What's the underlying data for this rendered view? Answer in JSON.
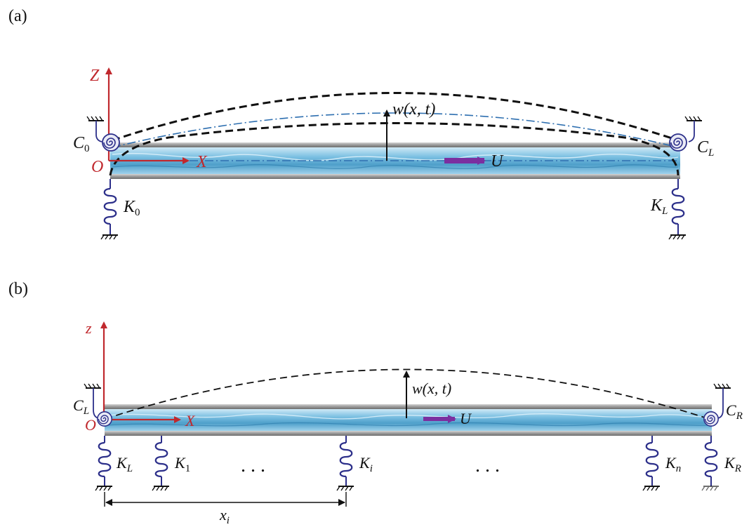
{
  "colors": {
    "axis": "#c0282d",
    "flow_arrow": "#7b2fa0",
    "spring": "#2c2f8a",
    "pipe_fluid": "#58a9cf",
    "pipe_wall": "#8a8a8a",
    "centerline": "#2e6fb0",
    "mode_curve": "#111111"
  },
  "icons": [
    "torsion-spring-icon",
    "linear-spring-icon",
    "ground-hatch-icon",
    "flow-arrow-icon"
  ],
  "panel_a": {
    "tag": "(a)",
    "axis_z": "Z",
    "axis_x": "X",
    "origin": "O",
    "deflection": "w(x, t)",
    "flow": "U",
    "left_torsion": {
      "main": "C",
      "sub": "0"
    },
    "right_torsion": {
      "main": "C",
      "sub": "L"
    },
    "left_spring": {
      "main": "K",
      "sub": "0"
    },
    "right_spring": {
      "main": "K",
      "sub": "L"
    }
  },
  "panel_b": {
    "tag": "(b)",
    "axis_z": "z",
    "axis_x": "X",
    "origin": "O",
    "deflection": "w(x, t)",
    "flow": "U",
    "left_torsion": {
      "main": "C",
      "sub": "L"
    },
    "right_torsion": {
      "main": "C",
      "sub": "R"
    },
    "springs": [
      {
        "main": "K",
        "sub": "L"
      },
      {
        "main": "K",
        "sub": "1"
      },
      {
        "main": "K",
        "sub": "i"
      },
      {
        "main": "K",
        "sub": "n"
      },
      {
        "main": "K",
        "sub": "R"
      }
    ],
    "ellipsis": ". . .",
    "dimension": {
      "main": "x",
      "sub": "i"
    }
  }
}
